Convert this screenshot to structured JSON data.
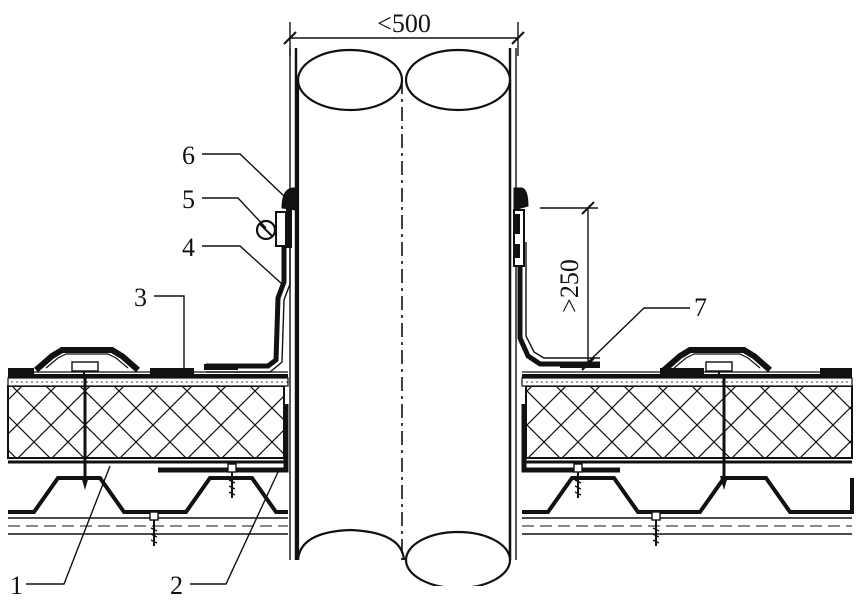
{
  "dimensions": {
    "pipe_width": "<500",
    "flashing_height": ">250"
  },
  "callouts": [
    "1",
    "2",
    "3",
    "4",
    "5",
    "6",
    "7"
  ],
  "colors": {
    "line": "#111111",
    "background": "#ffffff"
  }
}
